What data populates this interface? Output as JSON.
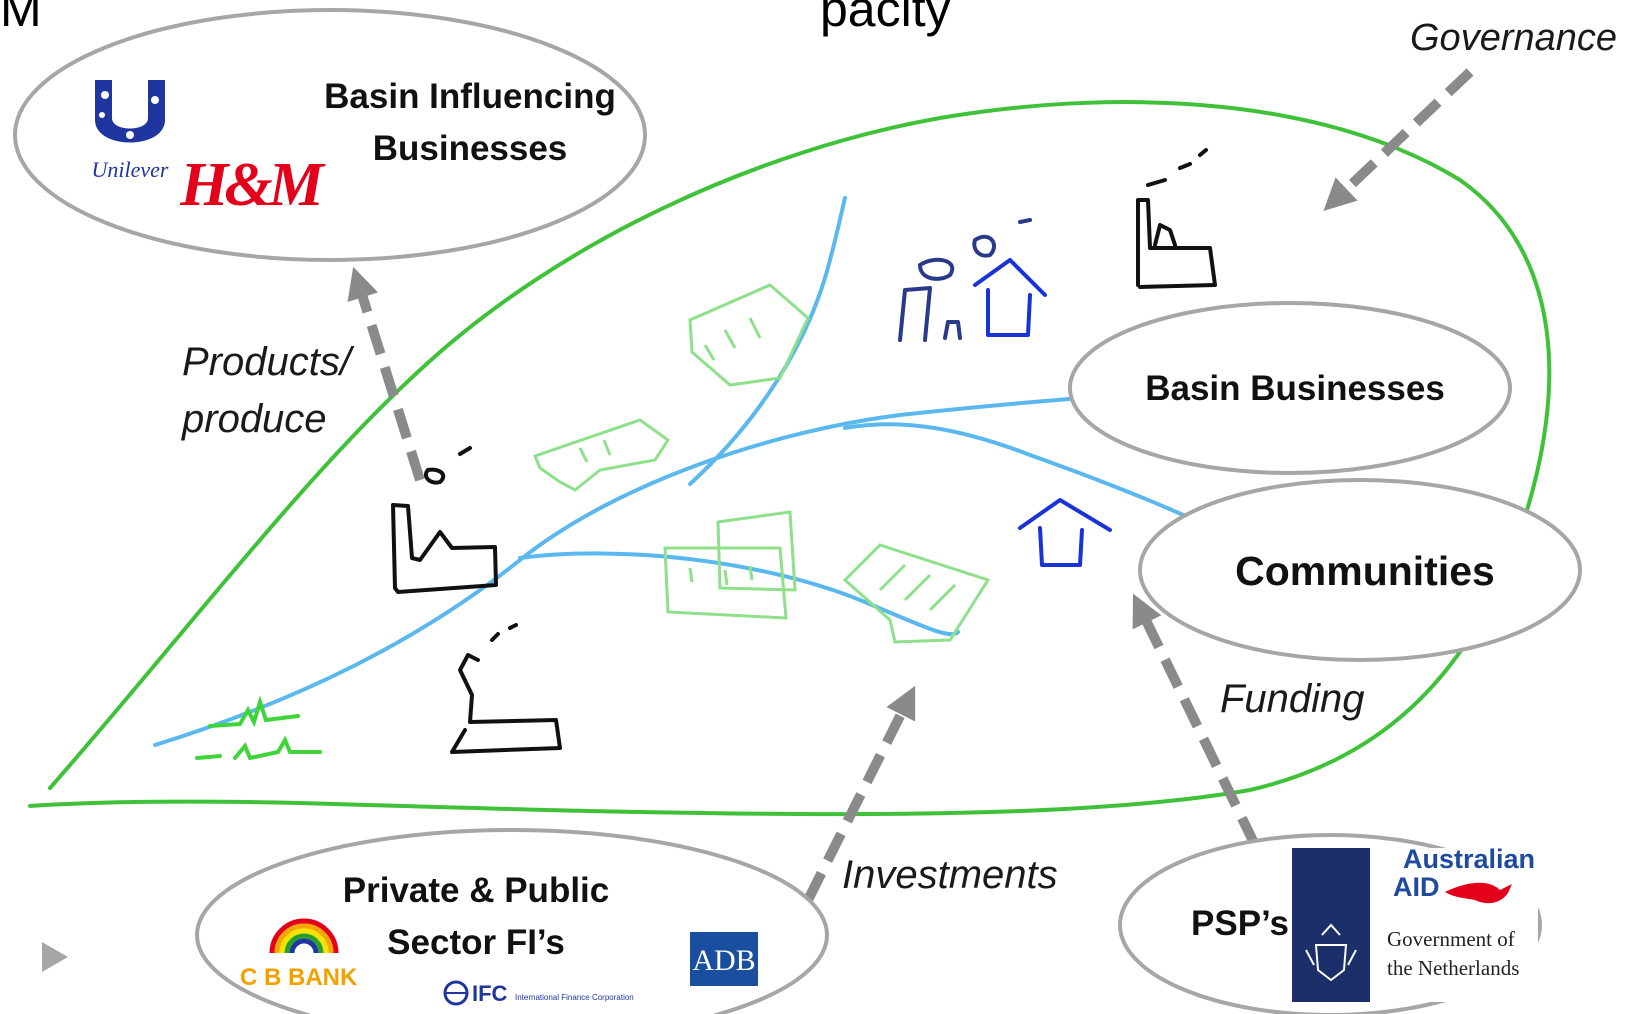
{
  "slide": {
    "title_fragment_left": "M",
    "title_fragment_right": "pacity"
  },
  "nodes": {
    "basin_influencing": {
      "line1": "Basin Influencing",
      "line2": "Businesses"
    },
    "basin_businesses": {
      "label": "Basin Businesses"
    },
    "communities": {
      "label": "Communities"
    },
    "private_public": {
      "line1": "Private & Public",
      "line2": "Sector FI’s"
    },
    "psp": {
      "label": "PSP’s"
    }
  },
  "flows": {
    "governance": "Governance",
    "products_line1": "Products/",
    "products_line2": "produce",
    "funding": "Funding",
    "investments": "Investments"
  },
  "logos": {
    "unilever": "Unilever",
    "hm": "H&M",
    "cb_bank": "C  B  BANK",
    "ifc": "IFC",
    "ifc_sub": "International Finance Corporation",
    "adb": "ADB",
    "australian_aid_line1": "Australian",
    "australian_aid_line2": "AID",
    "netherlands_line1": "Government of",
    "netherlands_line2": "the Netherlands"
  },
  "colors": {
    "basin_outline": "#3fc23a",
    "river": "#5bb8ee",
    "arrow": "#8a8a8a",
    "ellipse_stroke": "#a6a6a6",
    "field": "#8fe08a",
    "house": "#1a33d6",
    "unilever_blue": "#1f36a0",
    "hm_red": "#e3001b",
    "adb_blue": "#1a4fa0",
    "aus_blue": "#1e4aa0",
    "nl_navy": "#1b2f6b"
  }
}
